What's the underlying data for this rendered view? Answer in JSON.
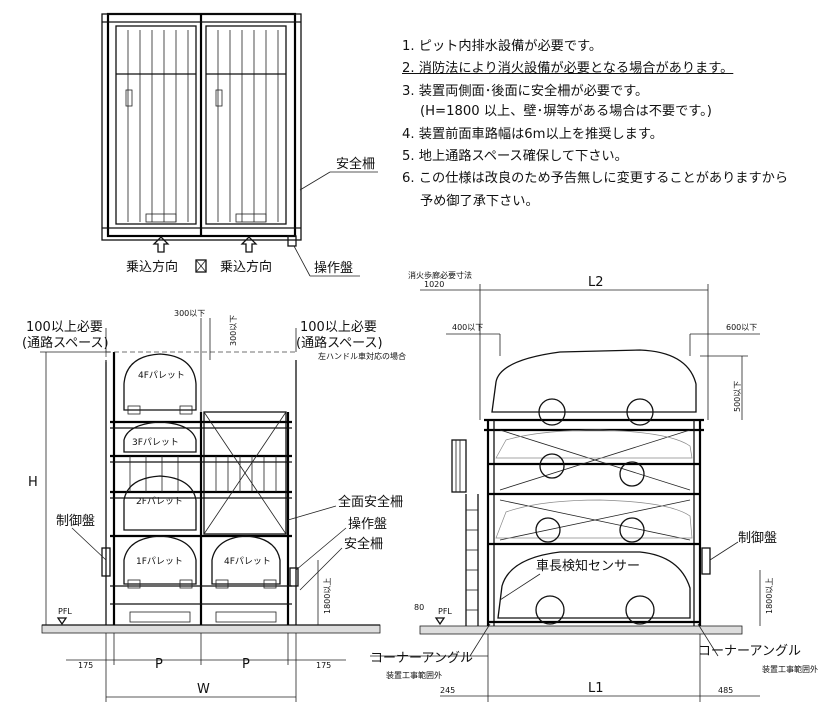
{
  "notes": [
    "1. ピット内排水設備が必要です。",
    "2. 消防法により消火設備が必要となる場合があります。",
    "3. 装置両側面･後面に安全柵が必要です。",
    "(H=1800 以上、壁･塀等がある場合は不要です。)",
    "4. 装置前面車路幅は6m以上を推奨します。",
    "5. 地上通路スペース確保して下さい。",
    "6. この仕様は改良のため予告無しに変更することがありますから",
    "予め御了承下さい。"
  ],
  "plan": {
    "safety_fence": "安全柵",
    "entry_direction": "乗込方向",
    "control_panel": "操作盤"
  },
  "front": {
    "clearance_note": "100以上必要",
    "walkway": "(通路スペース)",
    "dim_300_top": "300以下",
    "dim_300_side": "300以下",
    "left_hand_note": "左ハンドル車対応の場合",
    "pallets": [
      "4Fパレット",
      "3Fパレット",
      "2Fパレット",
      "1Fパレット",
      "4Fパレット"
    ],
    "h_label": "H",
    "control_board": "制御盤",
    "full_fence": "全面安全柵",
    "op_panel": "操作盤",
    "fence": "安全柵",
    "dim_1800": "1800以上",
    "pfl": "PFL",
    "dims_bottom": [
      "175",
      "P",
      "P",
      "175"
    ],
    "w_label": "W"
  },
  "side": {
    "fire_note": "消火歩廊必要寸法",
    "dim_1020": "1020",
    "l2_label": "L2",
    "dim_400": "400以下",
    "dim_600": "600以下",
    "dim_500": "500以下",
    "control_board": "制御盤",
    "length_sensor": "車長検知センサー",
    "dim_1800": "1800以上",
    "dim_80": "80",
    "pfl": "PFL",
    "corner_angle_left": "コーナーアングル",
    "corner_angle_right": "コーナーアングル",
    "scope_left": "装置工事範囲外",
    "scope_right": "装置工事範囲外",
    "dim_245": "245",
    "l1_label": "L1",
    "dim_485": "485"
  }
}
